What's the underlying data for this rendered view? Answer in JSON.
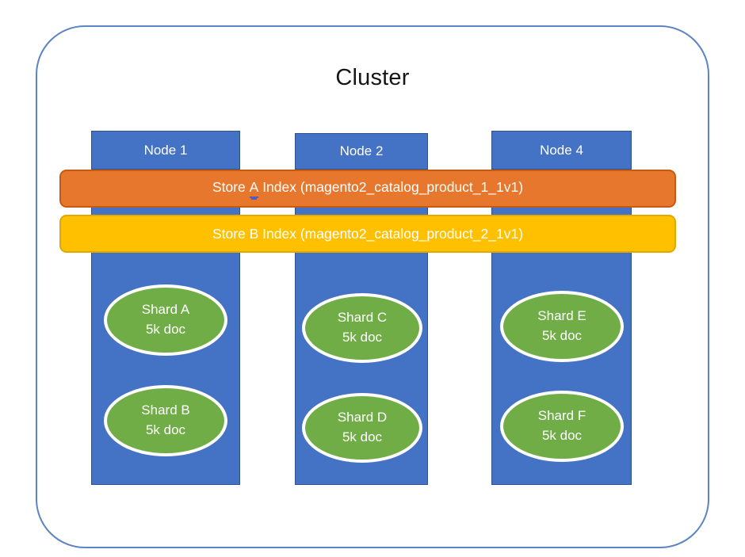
{
  "diagram": {
    "title": "Cluster",
    "type": "elasticsearch-cluster-sharding-diagram",
    "colors": {
      "cluster_border": "#5B84C4",
      "node": "#4472C4",
      "node_border": "#2F528F",
      "store_a_index": "#E8772E",
      "store_a_index_border": "#C55A11",
      "store_b_index": "#FFC000",
      "store_b_index_border": "#E0A800",
      "shard": "#70AD47",
      "shard_border": "#FFFFFF",
      "grammar_underline": "#4A60C8",
      "text_light": "#FFFFFF",
      "text_dark": "#161616"
    },
    "nodes": [
      {
        "label": "Node 1"
      },
      {
        "label": "Node 2"
      },
      {
        "label": "Node 4"
      }
    ],
    "indexes": [
      {
        "name": "store-a-index",
        "prefix": "Store ",
        "marked_letter": "A",
        "suffix": " Index (magento2_catalog_product_1_1v1)",
        "full_label": "Store A Index (magento2_catalog_product_1_1v1)",
        "index_name": "magento2_catalog_product_1_1v1",
        "has_grammar_underline": true
      },
      {
        "name": "store-b-index",
        "prefix": "Store ",
        "marked_letter": "B",
        "suffix": " Index (magento2_catalog_product_2_1v1)",
        "full_label": "Store B Index (magento2_catalog_product_2_1v1)",
        "index_name": "magento2_catalog_product_2_1v1",
        "has_grammar_underline": false
      }
    ],
    "shards": [
      {
        "id": "a",
        "name": "Shard A",
        "docs": "5k doc",
        "node": "Node 1"
      },
      {
        "id": "b",
        "name": "Shard B",
        "docs": "5k doc",
        "node": "Node 1"
      },
      {
        "id": "c",
        "name": "Shard C",
        "docs": "5k doc",
        "node": "Node 2"
      },
      {
        "id": "d",
        "name": "Shard D",
        "docs": "5k doc",
        "node": "Node 2"
      },
      {
        "id": "e",
        "name": "Shard E",
        "docs": "5k doc",
        "node": "Node 4"
      },
      {
        "id": "f",
        "name": "Shard F",
        "docs": "5k doc",
        "node": "Node 4"
      }
    ]
  }
}
